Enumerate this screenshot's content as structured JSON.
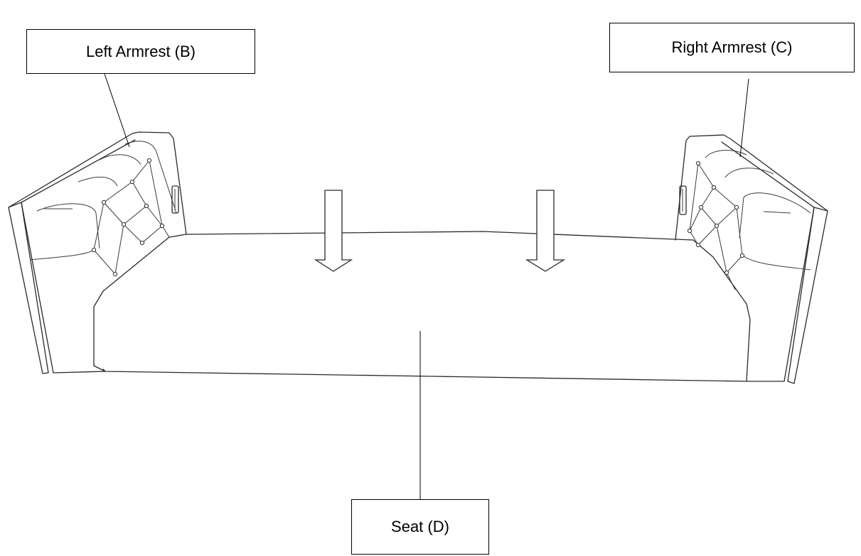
{
  "labels": {
    "left_armrest": "Left Armrest (B)",
    "right_armrest": "Right Armrest (C)",
    "seat": "Seat (D)"
  },
  "colors": {
    "line": "#2a2a2a",
    "box_border": "#000000",
    "background": "#ffffff"
  }
}
